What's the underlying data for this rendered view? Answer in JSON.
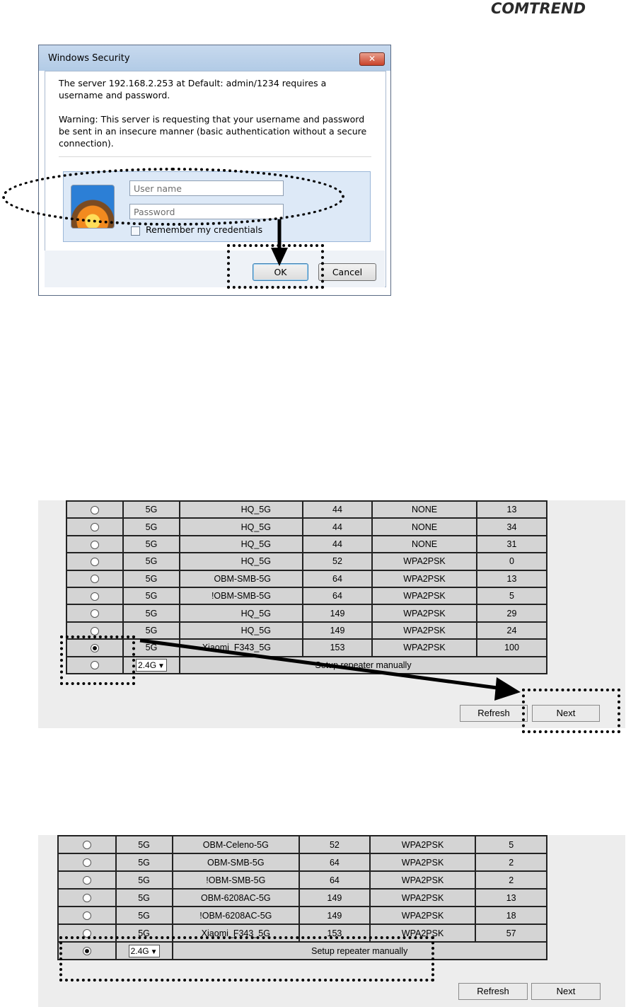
{
  "logo": "COMTREND",
  "dialog": {
    "title": "Windows Security",
    "close_glyph": "✕",
    "message": "The server 192.168.2.253 at Default: admin/1234 requires a username and password.",
    "warning": "Warning: This server is requesting that your username and password be sent in an insecure manner (basic authentication without a secure connection).",
    "username_placeholder": "User name",
    "password_placeholder": "Password",
    "remember_label": "Remember my credentials",
    "ok_label": "OK",
    "cancel_label": "Cancel"
  },
  "table1": {
    "rows": [
      {
        "band": "5G",
        "ssid": "HQ_5G",
        "channel": "44",
        "security": "NONE",
        "signal": "13",
        "selected": false
      },
      {
        "band": "5G",
        "ssid": "HQ_5G",
        "channel": "44",
        "security": "NONE",
        "signal": "34",
        "selected": false
      },
      {
        "band": "5G",
        "ssid": "HQ_5G",
        "channel": "44",
        "security": "NONE",
        "signal": "31",
        "selected": false
      },
      {
        "band": "5G",
        "ssid": "HQ_5G",
        "channel": "52",
        "security": "WPA2PSK",
        "signal": "0",
        "selected": false
      },
      {
        "band": "5G",
        "ssid": "OBM-SMB-5G",
        "channel": "64",
        "security": "WPA2PSK",
        "signal": "13",
        "selected": false
      },
      {
        "band": "5G",
        "ssid": "!OBM-SMB-5G",
        "channel": "64",
        "security": "WPA2PSK",
        "signal": "5",
        "selected": false
      },
      {
        "band": "5G",
        "ssid": "HQ_5G",
        "channel": "149",
        "security": "WPA2PSK",
        "signal": "29",
        "selected": false
      },
      {
        "band": "5G",
        "ssid": "HQ_5G",
        "channel": "149",
        "security": "WPA2PSK",
        "signal": "24",
        "selected": false
      },
      {
        "band": "5G",
        "ssid": "Xiaomi_F343_5G",
        "channel": "153",
        "security": "WPA2PSK",
        "signal": "100",
        "selected": true
      }
    ],
    "manual": {
      "band_value": "2.4G",
      "label": "Setup repeater manually",
      "selected": false
    },
    "refresh_label": "Refresh",
    "next_label": "Next"
  },
  "table2": {
    "rows": [
      {
        "band": "5G",
        "ssid": "OBM-Celeno-5G",
        "channel": "52",
        "security": "WPA2PSK",
        "signal": "5",
        "selected": false
      },
      {
        "band": "5G",
        "ssid": "OBM-SMB-5G",
        "channel": "64",
        "security": "WPA2PSK",
        "signal": "2",
        "selected": false
      },
      {
        "band": "5G",
        "ssid": "!OBM-SMB-5G",
        "channel": "64",
        "security": "WPA2PSK",
        "signal": "2",
        "selected": false
      },
      {
        "band": "5G",
        "ssid": "OBM-6208AC-5G",
        "channel": "149",
        "security": "WPA2PSK",
        "signal": "13",
        "selected": false
      },
      {
        "band": "5G",
        "ssid": "!OBM-6208AC-5G",
        "channel": "149",
        "security": "WPA2PSK",
        "signal": "18",
        "selected": false
      },
      {
        "band": "5G",
        "ssid": "Xiaomi_F343_5G",
        "channel": "153",
        "security": "WPA2PSK",
        "signal": "57",
        "selected": false
      }
    ],
    "manual": {
      "band_value": "2.4G",
      "label": "Setup repeater manually",
      "selected": true
    },
    "refresh_label": "Refresh",
    "next_label": "Next"
  }
}
